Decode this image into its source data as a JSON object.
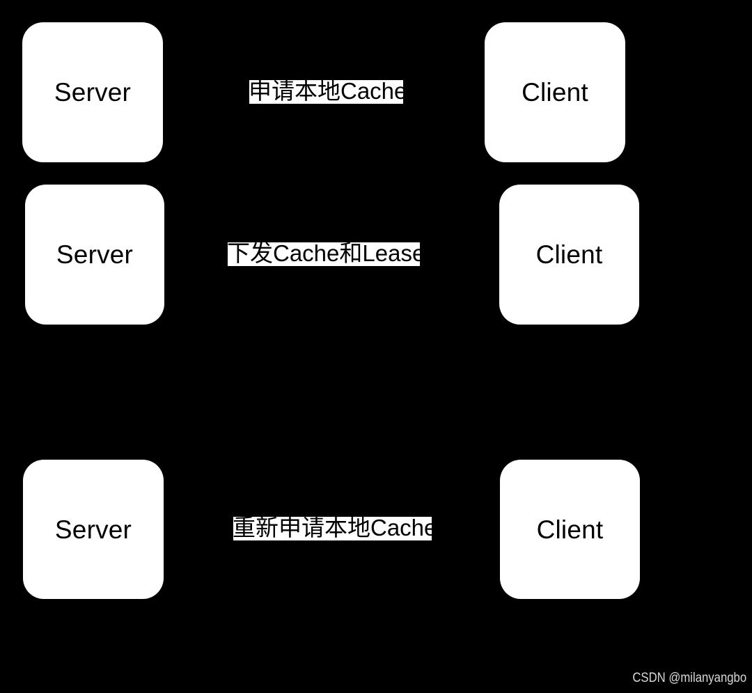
{
  "diagram": {
    "background_color": "#000000",
    "node_fill_color": "#ffffff",
    "node_text_color": "#000000",
    "label_highlight_color": "#ffffff",
    "label_text_color": "#000000",
    "rows": [
      {
        "id": "row-1",
        "left_node": "Server",
        "message": "申请本地Cache",
        "right_node": "Client"
      },
      {
        "id": "row-2",
        "left_node": "Server",
        "message": "下发Cache和Lease",
        "right_node": "Client"
      },
      {
        "id": "row-3",
        "left_node": "Server",
        "message": "重新申请本地Cache",
        "right_node": "Client"
      }
    ]
  },
  "watermark": {
    "text": "CSDN @milanyangbo",
    "color": "#d8d8d8"
  }
}
